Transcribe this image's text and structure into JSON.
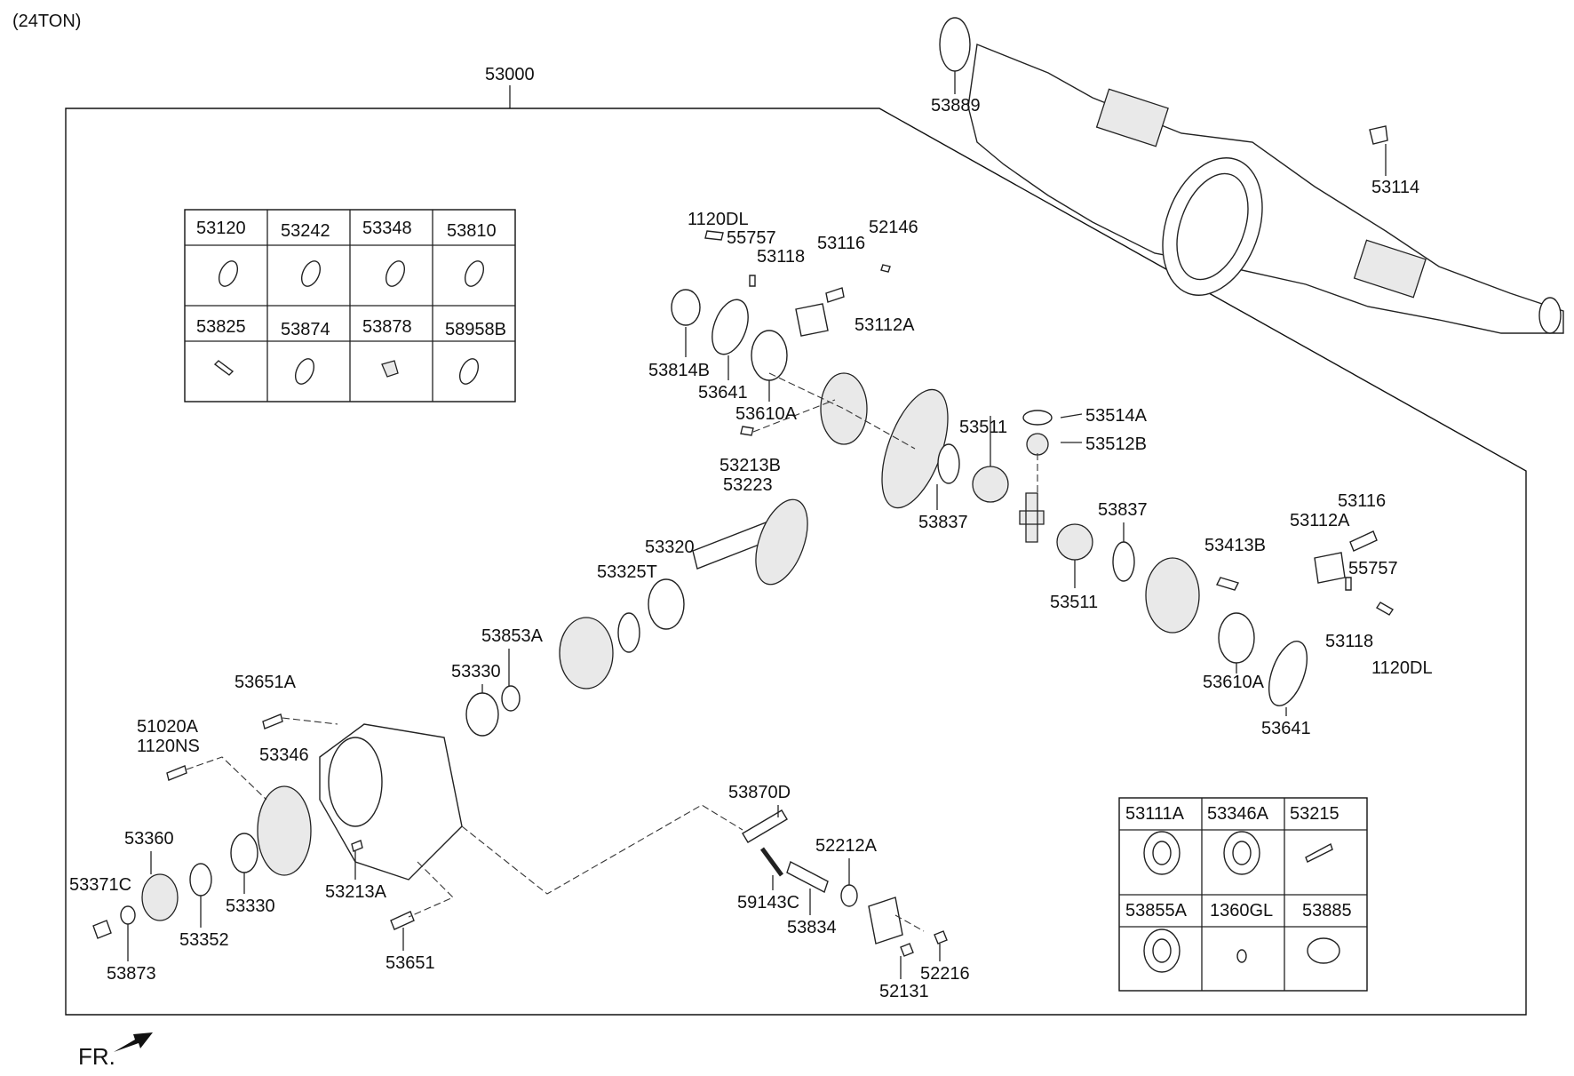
{
  "header": {
    "variant": "(24TON)"
  },
  "assembly": {
    "number": "53000"
  },
  "front_mark": {
    "label": "FR."
  },
  "housing_parts": {
    "o_ring": "53889",
    "plug": "53114"
  },
  "table_top": {
    "row1": [
      "53120",
      "53242",
      "53348",
      "53810"
    ],
    "row2": [
      "53825",
      "53874",
      "53878",
      "58958B"
    ]
  },
  "table_bottom": {
    "row1": [
      "53111A",
      "53346A",
      "53215"
    ],
    "row2": [
      "53855A",
      "1360GL",
      "53885"
    ]
  },
  "callouts": {
    "c1120dl_a": "1120DL",
    "c55757_a": "55757",
    "c53118_a": "53118",
    "c53116_a": "53116",
    "c52146": "52146",
    "c53112a_a": "53112A",
    "c53814b": "53814B",
    "c53641_a": "53641",
    "c53610a_a": "53610A",
    "c53213b": "53213B",
    "c53223": "53223",
    "c53514a": "53514A",
    "c53512b": "53512B",
    "c53511_a": "53511",
    "c53837_a": "53837",
    "c53837_b": "53837",
    "c53511_b": "53511",
    "c53413b": "53413B",
    "c53116_b": "53116",
    "c53112a_b": "53112A",
    "c55757_b": "55757",
    "c53118_b": "53118",
    "c1120dl_b": "1120DL",
    "c53610a_b": "53610A",
    "c53641_b": "53641",
    "c53320": "53320",
    "c53325t": "53325T",
    "c53853a": "53853A",
    "c53330_a": "53330",
    "c53651a": "53651A",
    "c51020a": "51020A",
    "c1120ns": "1120NS",
    "c53346": "53346",
    "c53360": "53360",
    "c53371c": "53371C",
    "c53873": "53873",
    "c53352": "53352",
    "c53330_b": "53330",
    "c53213a": "53213A",
    "c53651": "53651",
    "c53870d": "53870D",
    "c52212a": "52212A",
    "c59143c": "59143C",
    "c53834": "53834",
    "c52131": "52131",
    "c52216": "52216"
  }
}
